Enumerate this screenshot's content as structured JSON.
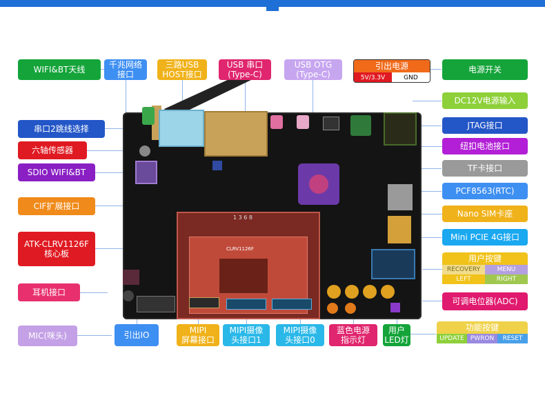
{
  "left_labels": [
    {
      "id": "wifi-bt-antenna",
      "text": "WIFI&BT天线",
      "color": "#14a43a"
    },
    {
      "id": "uart2-jumper",
      "text": "串口2跳线选择",
      "color": "#2356c7"
    },
    {
      "id": "six-axis-sensor",
      "text": "六轴传感器",
      "color": "#e01a22"
    },
    {
      "id": "sdio-wifi-bt",
      "text": "SDIO WIFI&BT",
      "color": "#8a1fc4"
    },
    {
      "id": "cif-expansion",
      "text": "CIF扩展接口",
      "color": "#f08a1a"
    },
    {
      "id": "core-board",
      "text": "ATK-CLRV1126F\n核心板",
      "color": "#e01a22"
    },
    {
      "id": "earphone-jack",
      "text": "耳机接口",
      "color": "#e8306e"
    },
    {
      "id": "mic",
      "text": "MIC(咪头)",
      "color": "#c4a0e6"
    }
  ],
  "top_labels": [
    {
      "id": "gigabit-ethernet",
      "text": "千兆网络\n接口",
      "color": "#3e8ff2"
    },
    {
      "id": "usb-host",
      "text": "三路USB\nHOST接口",
      "color": "#f0b21a"
    },
    {
      "id": "usb-serial",
      "text": "USB 串口\n(Type-C)",
      "color": "#e0266e"
    },
    {
      "id": "usb-otg",
      "text": "USB OTG\n(Type-C)",
      "color": "#c7a6f0"
    }
  ],
  "power_out": {
    "title": "引出电源",
    "left": "5V/3.3V",
    "right": "GND",
    "title_color": "#f06a1a"
  },
  "right_labels": [
    {
      "id": "power-switch",
      "text": "电源开关",
      "color": "#14a43a"
    },
    {
      "id": "dc12v-input",
      "text": "DC12V电源输入",
      "color": "#8ed03a"
    },
    {
      "id": "jtag",
      "text": "JTAG接口",
      "color": "#2356c7"
    },
    {
      "id": "coin-battery",
      "text": "纽扣电池接口",
      "color": "#b21fd6"
    },
    {
      "id": "tf-card",
      "text": "TF卡接口",
      "color": "#9a9a9a"
    },
    {
      "id": "pcf8563",
      "text": "PCF8563(RTC)",
      "color": "#3e8ff2"
    },
    {
      "id": "nano-sim",
      "text": "Nano SIM卡座",
      "color": "#f0b21a"
    },
    {
      "id": "mini-pcie",
      "text": "Mini PCIE 4G接口",
      "color": "#1aa8f0"
    }
  ],
  "user_keys": {
    "title": "用户按键",
    "keys": [
      "RECOVERY",
      "MENU",
      "LEFT",
      "RIGHT"
    ],
    "head_color": "#f0c21a"
  },
  "adc": {
    "text": "可调电位器(ADC)",
    "color": "#e01a6e"
  },
  "func_keys": {
    "title": "功能按键",
    "keys": [
      "UPDATE",
      "PWRON",
      "RESET"
    ],
    "head_color": "#f0d24a"
  },
  "bottom_labels": [
    {
      "id": "gpio-out",
      "text": "引出IO",
      "color": "#3e8ff2"
    },
    {
      "id": "mipi-screen",
      "text": "MIPI\n屏幕接口",
      "color": "#f0b21a"
    },
    {
      "id": "mipi-cam1",
      "text": "MIPI摄像\n头接口1",
      "color": "#2ab8e8"
    },
    {
      "id": "mipi-cam0",
      "text": "MIPI摄像\n头接口0",
      "color": "#2ab8e8"
    },
    {
      "id": "blue-power-led",
      "text": "蓝色电源\n指示灯",
      "color": "#e0266e"
    },
    {
      "id": "user-led",
      "text": "用户\nLED灯",
      "color": "#14a43a"
    }
  ],
  "board": {
    "core_module_text": "CLRV1126F",
    "core_serial": "1 3 6 8"
  }
}
